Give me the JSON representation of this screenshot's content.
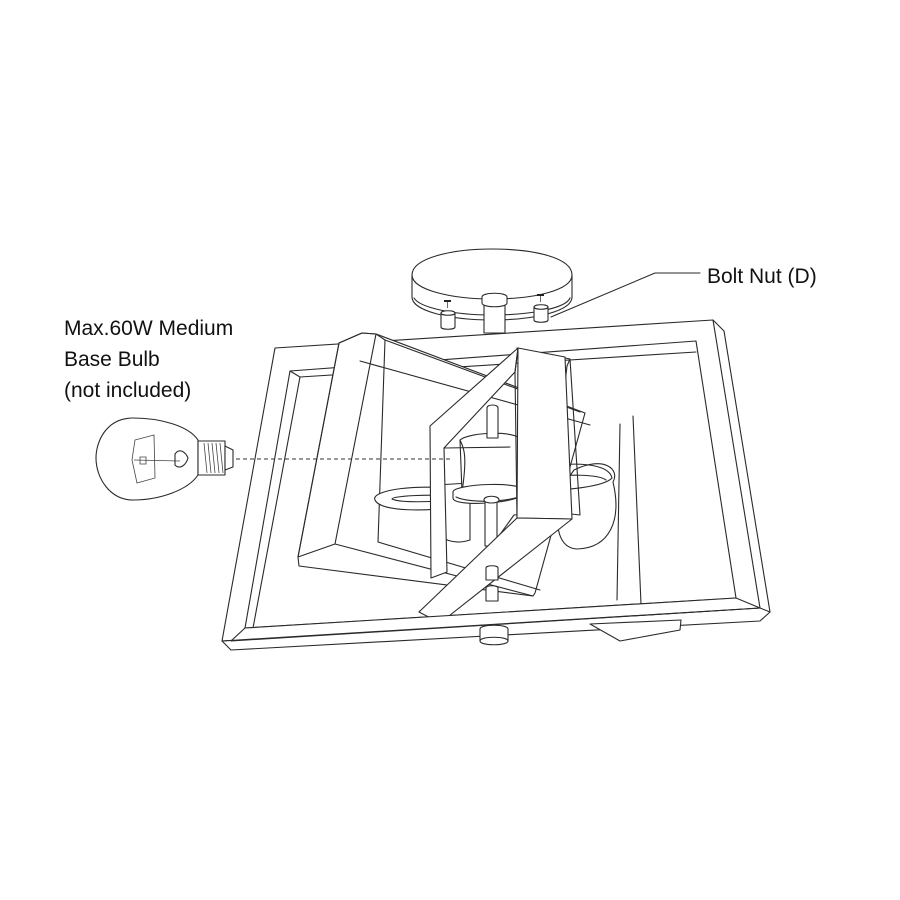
{
  "diagram": {
    "title": "Semi-flush mount ceiling light fixture - bulb installation",
    "callouts": {
      "bulb": {
        "lines": [
          "Max.60W Medium",
          "Base Bulb",
          "(not included)"
        ]
      },
      "bolt_nut": {
        "text": "Bolt Nut (D)"
      }
    },
    "parts": [
      {
        "id": "canopy",
        "name": "ceiling canopy"
      },
      {
        "id": "bolt-nut",
        "name": "Bolt Nut (D)"
      },
      {
        "id": "outer-frame",
        "name": "outer square frame"
      },
      {
        "id": "inner-frame-left",
        "name": "rotated inner frame (left)"
      },
      {
        "id": "inner-frame-right",
        "name": "rotated inner frame (right)"
      },
      {
        "id": "sockets",
        "name": "bulb sockets"
      },
      {
        "id": "bulb",
        "name": "medium base light bulb"
      },
      {
        "id": "finial",
        "name": "bottom finial"
      }
    ],
    "colors": {
      "line": "#2a2a2a",
      "background": "#ffffff",
      "text": "#111111"
    }
  }
}
